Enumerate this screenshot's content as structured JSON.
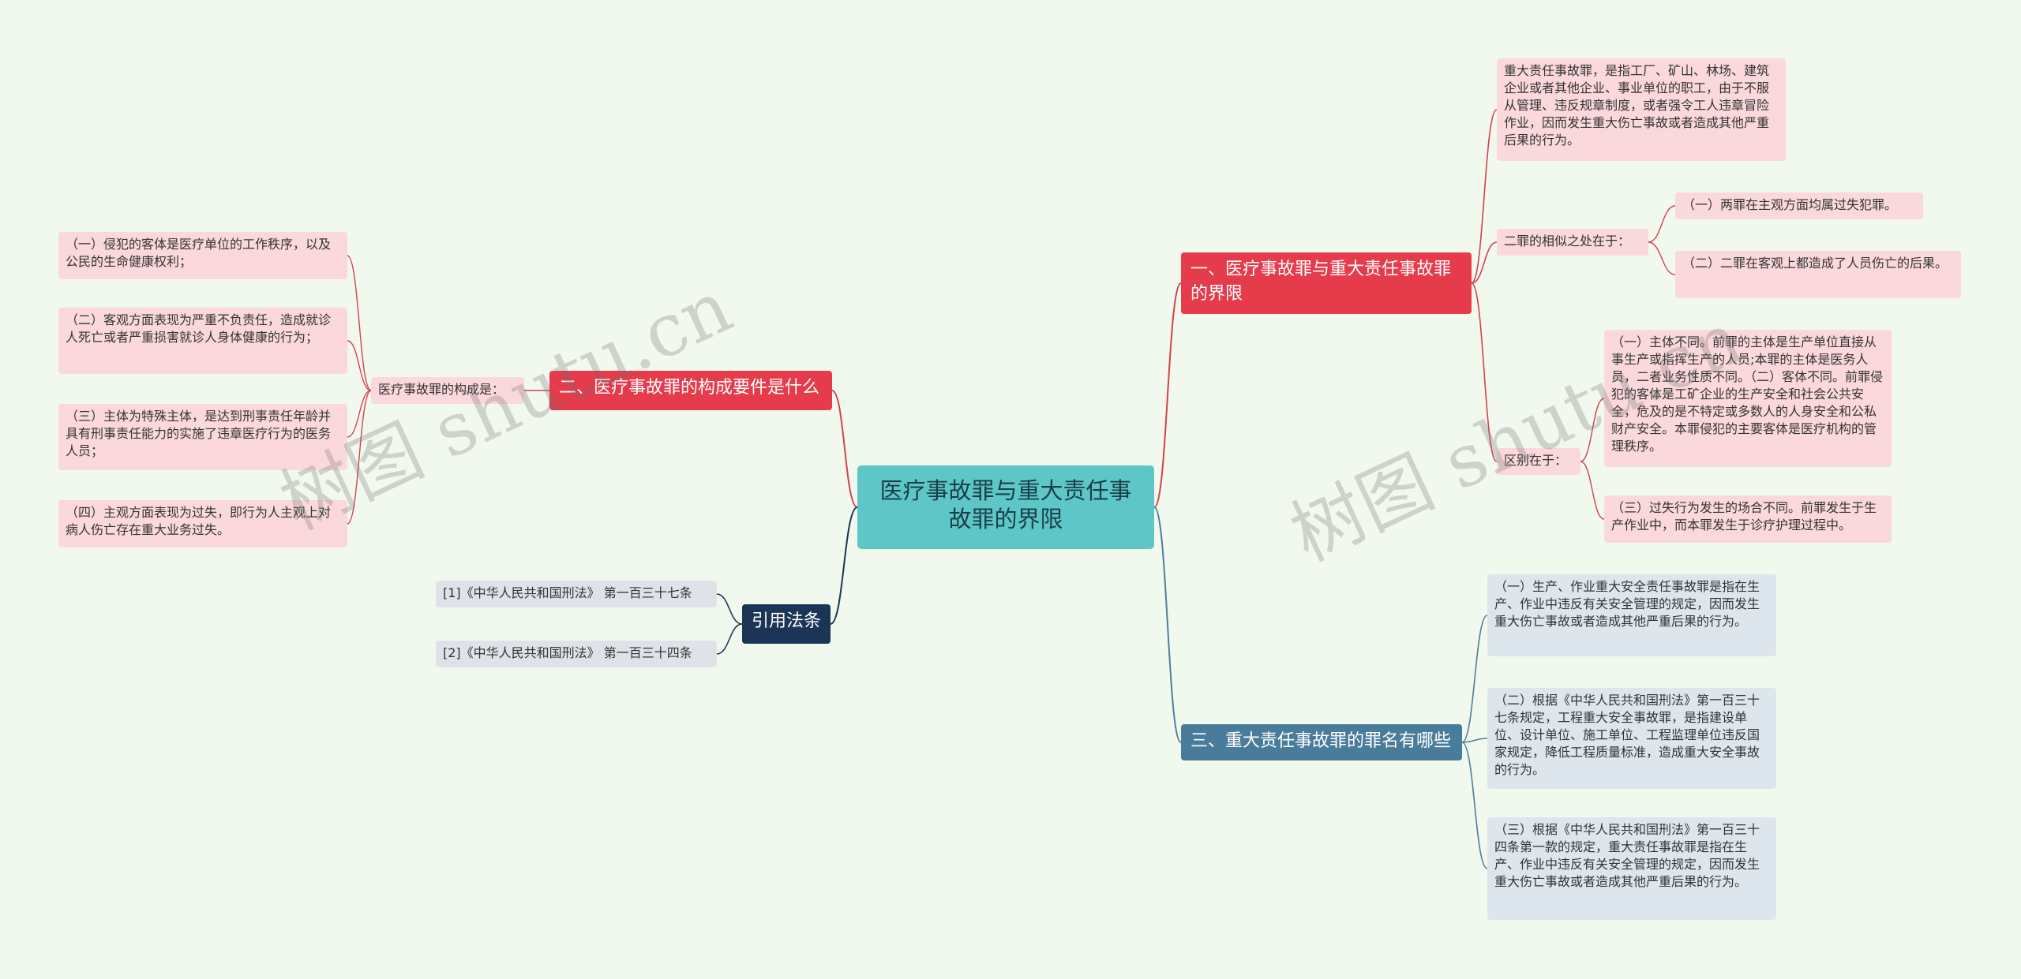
{
  "mindmap": {
    "root": "医疗事故罪与重大责任事故罪的界限",
    "branch1": {
      "title": "一、医疗事故罪与重大责任事故罪的界限",
      "definition": "重大责任事故罪，是指工厂、矿山、林场、建筑企业或者其他企业、事业单位的职工，由于不服从管理、违反规章制度，或者强令工人违章冒险作业，因而发生重大伤亡事故或者造成其他严重后果的行为。",
      "similar_label": "二罪的相似之处在于：",
      "similar_items": [
        "（一）两罪在主观方面均属过失犯罪。",
        "（二）二罪在客观上都造成了人员伤亡的后果。"
      ],
      "diff_label": "区别在于：",
      "diff_items": [
        "（一）主体不同。前罪的主体是生产单位直接从事生产或指挥生产的人员;本罪的主体是医务人员，二者业务性质不同。（二）客体不同。前罪侵犯的客体是工矿企业的生产安全和社会公共安全，危及的是不特定或多数人的人身安全和公私财产安全。本罪侵犯的主要客体是医疗机构的管理秩序。",
        "（三）过失行为发生的场合不同。前罪发生于生产作业中，而本罪发生于诊疗护理过程中。"
      ]
    },
    "branch2": {
      "title": "二、医疗事故罪的构成要件是什么",
      "label": "医疗事故罪的构成是：",
      "items": [
        "（一）侵犯的客体是医疗单位的工作秩序，以及公民的生命健康权利；",
        "（二）客观方面表现为严重不负责任，造成就诊人死亡或者严重损害就诊人身体健康的行为；",
        "（三）主体为特殊主体，是达到刑事责任年龄并具有刑事责任能力的实施了违章医疗行为的医务人员；",
        "（四）主观方面表现为过失，即行为人主观上对病人伤亡存在重大业务过失。"
      ]
    },
    "branch3": {
      "title": "三、重大责任事故罪的罪名有哪些",
      "items": [
        "（一）生产、作业重大安全责任事故罪是指在生产、作业中违反有关安全管理的规定，因而发生重大伤亡事故或者造成其他严重后果的行为。",
        "（二）根据《中华人民共和国刑法》第一百三十七条规定，工程重大安全事故罪，是指建设单位、设计单位、施工单位、工程监理单位违反国家规定，降低工程质量标准，造成重大安全事故的行为。",
        "（三）根据《中华人民共和国刑法》第一百三十四条第一款的规定，重大责任事故罪是指在生产、作业中违反有关安全管理的规定，因而发生重大伤亡事故或者造成其他严重后果的行为。"
      ]
    },
    "branch4": {
      "title": "引用法条",
      "items": [
        "[1]《中华人民共和国刑法》 第一百三十七条",
        "[2]《中华人民共和国刑法》 第一百三十四条"
      ]
    }
  },
  "watermarks": [
    "树图 shutu.cn",
    "树图 shutu.cn"
  ],
  "colors": {
    "background": "#f1f9ef",
    "root": "#5fc6c8",
    "red_branch": "#e63b4b",
    "blue_branch": "#497c9a",
    "navy_branch": "#1c3556",
    "pink_leaf": "#fbd8dc",
    "blue_leaf": "#dde6ed"
  }
}
